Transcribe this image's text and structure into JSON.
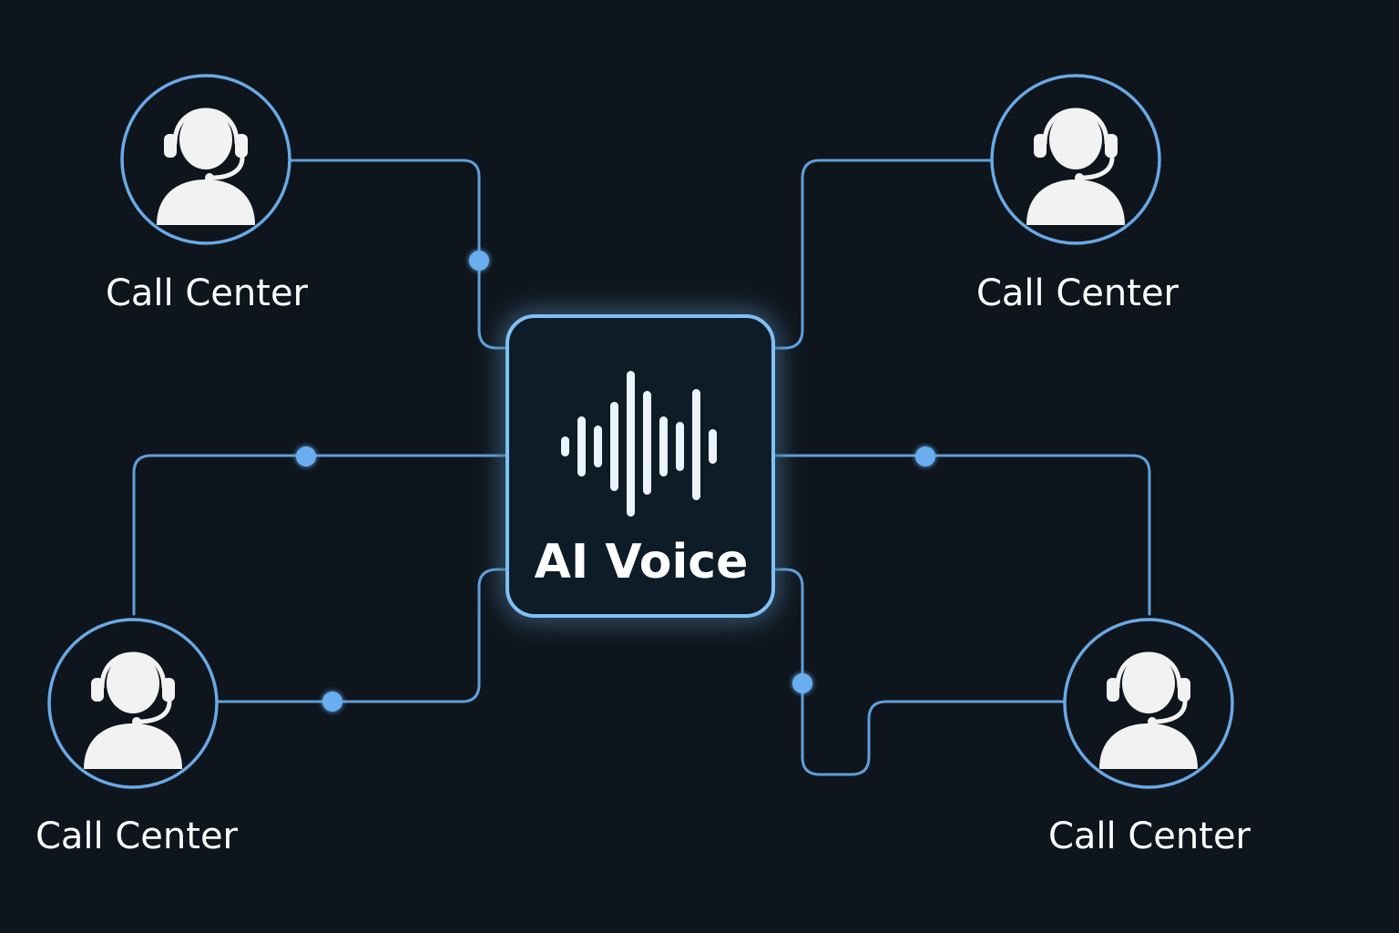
{
  "hub": {
    "label": "AI Voice",
    "icon": "waveform-icon"
  },
  "nodes": [
    {
      "label": "Call Center",
      "icon": "headset-agent-icon"
    },
    {
      "label": "Call Center",
      "icon": "headset-agent-icon"
    },
    {
      "label": "Call Center",
      "icon": "headset-agent-icon"
    },
    {
      "label": "Call Center",
      "icon": "headset-agent-icon"
    }
  ],
  "colors": {
    "background": "#0e151d",
    "accent": "#6aa9e4",
    "glow": "#4aa3ff",
    "text": "#ffffff"
  }
}
